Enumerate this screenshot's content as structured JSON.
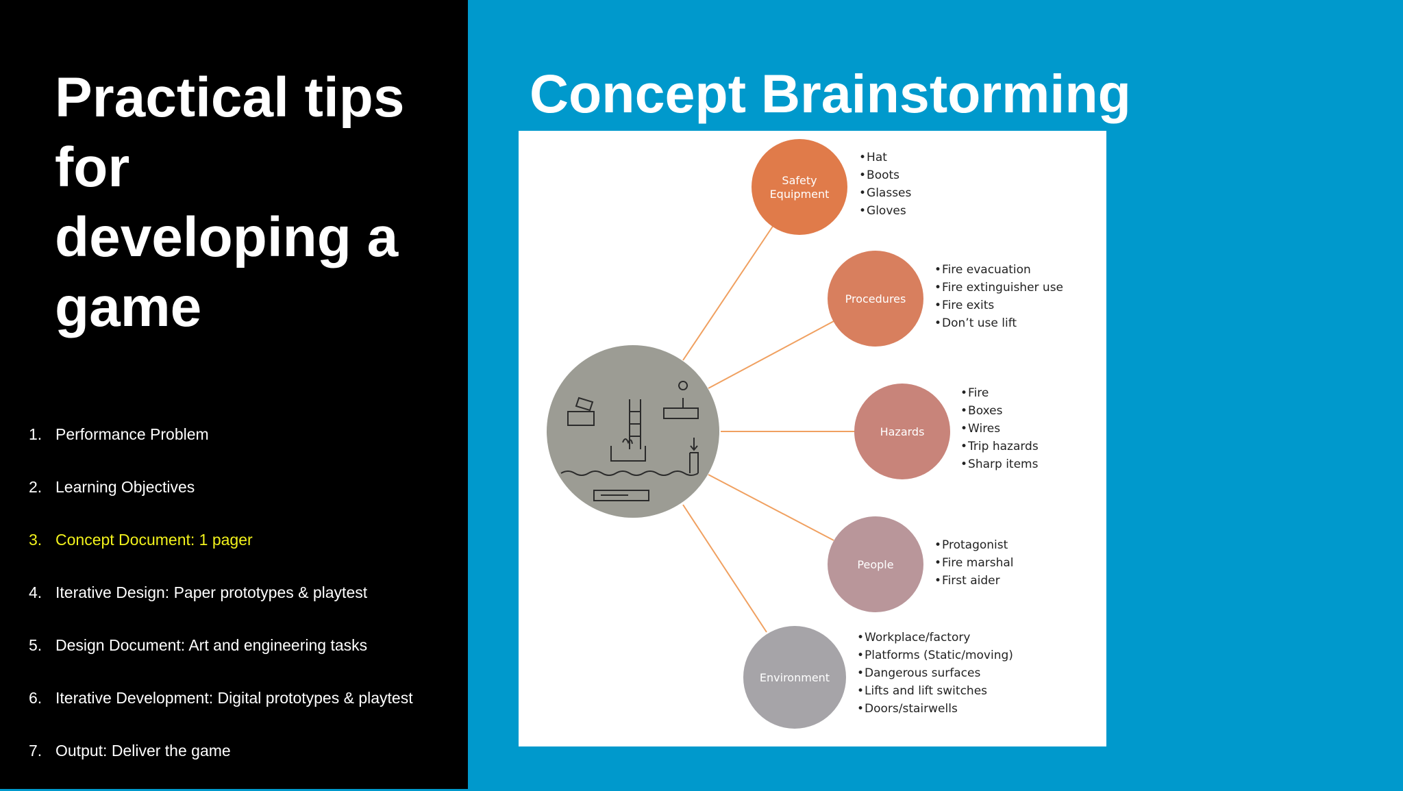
{
  "sidebar": {
    "title": "Practical tips for developing a game",
    "items": [
      {
        "num": "1.",
        "label": "Performance Problem",
        "active": false
      },
      {
        "num": "2.",
        "label": "Learning Objectives",
        "active": false
      },
      {
        "num": "3.",
        "label": "Concept Document: 1 pager",
        "active": true
      },
      {
        "num": "4.",
        "label": "Iterative Design: Paper prototypes & playtest",
        "active": false
      },
      {
        "num": "5.",
        "label": "Design Document: Art and engineering tasks",
        "active": false
      },
      {
        "num": "6.",
        "label": "Iterative Development: Digital prototypes & playtest",
        "active": false
      },
      {
        "num": "7.",
        "label": "Output: Deliver the game",
        "active": false
      }
    ],
    "active_color": "#f2f21c"
  },
  "slide": {
    "title": "Concept Brainstorming",
    "background": "#0099cc"
  },
  "mindmap": {
    "nodes": [
      {
        "label_lines": [
          "Safety",
          "Equipment"
        ],
        "color": "#e07b4a",
        "items": [
          "Hat",
          "Boots",
          "Glasses",
          "Gloves"
        ]
      },
      {
        "label_lines": [
          "Procedures"
        ],
        "color": "#d87f5e",
        "items": [
          "Fire evacuation",
          "Fire extinguisher use",
          "Fire exits",
          "Don’t use lift"
        ]
      },
      {
        "label_lines": [
          "Hazards"
        ],
        "color": "#c8847a",
        "items": [
          "Fire",
          "Boxes",
          "Wires",
          "Trip hazards",
          "Sharp items"
        ]
      },
      {
        "label_lines": [
          "People"
        ],
        "color": "#b9969a",
        "items": [
          "Protagonist",
          "Fire marshal",
          "First aider"
        ]
      },
      {
        "label_lines": [
          "Environment"
        ],
        "color": "#a6a4a8",
        "items": [
          "Workplace/factory",
          "Platforms (Static/moving)",
          "Dangerous surfaces",
          "Lifts and lift switches",
          "Doors/stairwells"
        ]
      }
    ],
    "line_color": "#f0a060",
    "center_sketch_color": "#9c9c94"
  }
}
